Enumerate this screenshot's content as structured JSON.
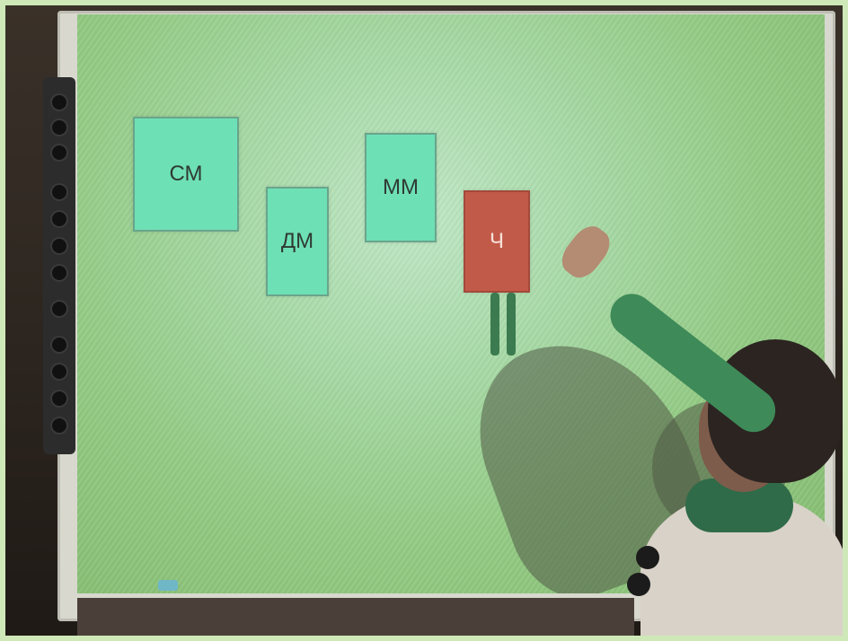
{
  "cards": [
    {
      "id": "card-cm",
      "label": "СМ",
      "color": "#6ee0b6"
    },
    {
      "id": "card-dm",
      "label": "ДМ",
      "color": "#6ee0b6"
    },
    {
      "id": "card-mm",
      "label": "ММ",
      "color": "#6ee0b6"
    },
    {
      "id": "card-ch",
      "label": "Ч",
      "color": "#c25a49"
    }
  ],
  "colors": {
    "screen": "#a9dba8",
    "frame": "#d8d8cf",
    "red_card": "#c25a49",
    "green_card": "#6ee0b6"
  }
}
